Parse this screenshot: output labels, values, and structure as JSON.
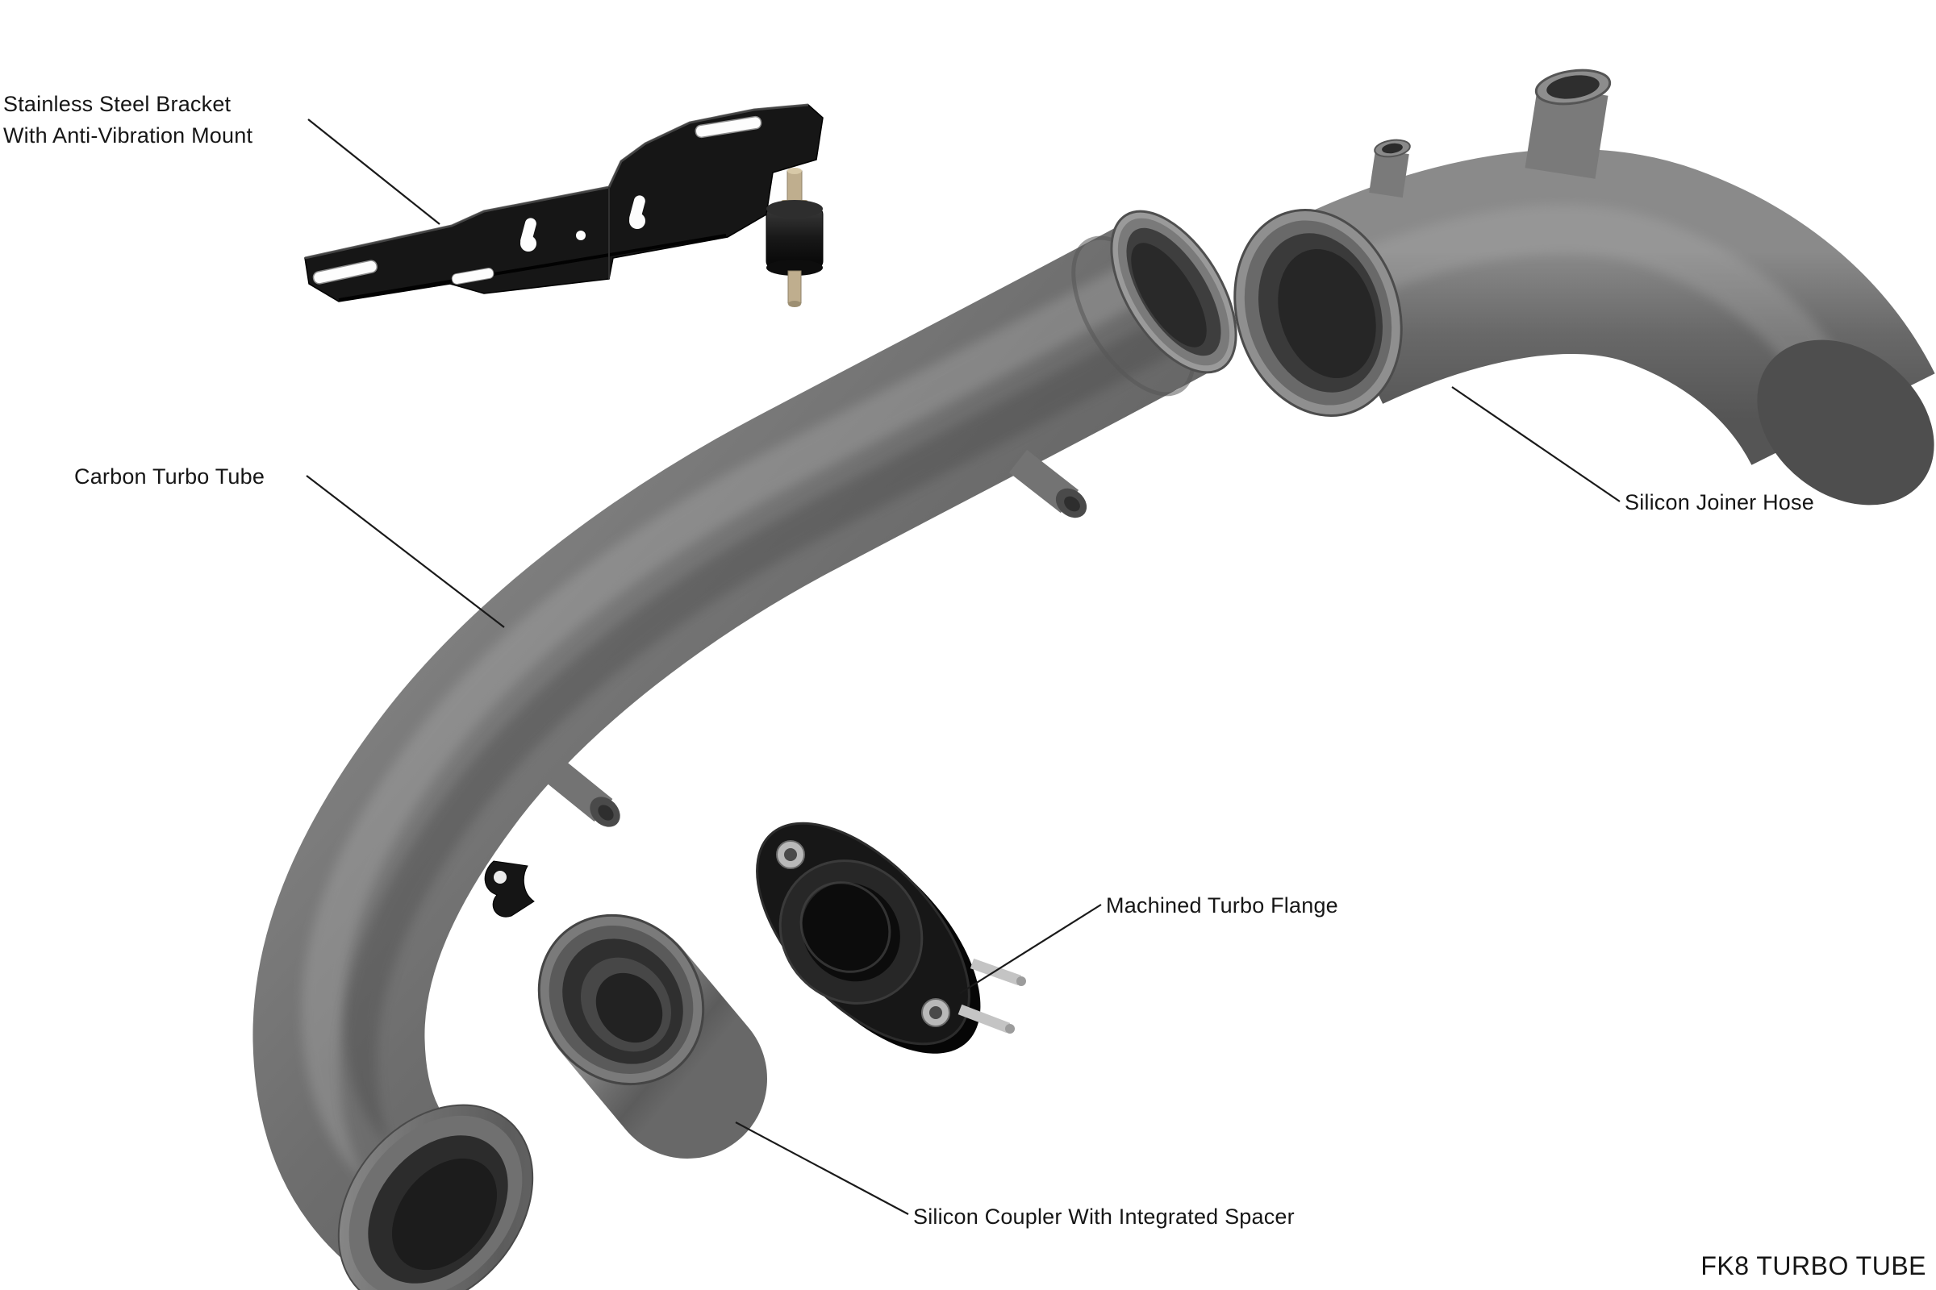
{
  "diagram": {
    "title": "FK8 TURBO TUBE",
    "background_color": "#ffffff",
    "line_color": "#1a1a1a",
    "part_colors": {
      "carbon_gray": "#6e6e6e",
      "black_parts": "#161616",
      "stud_silver": "#c4c4c4",
      "mount_stud_brass": "#bfae8e"
    },
    "labels": {
      "bracket": "Stainless Steel Bracket\nWith Anti-Vibration Mount",
      "tube": "Carbon Turbo Tube",
      "hose": "Silicon Joiner Hose",
      "flange": "Machined Turbo Flange",
      "coupler": "Silicon Coupler With Integrated Spacer"
    }
  }
}
